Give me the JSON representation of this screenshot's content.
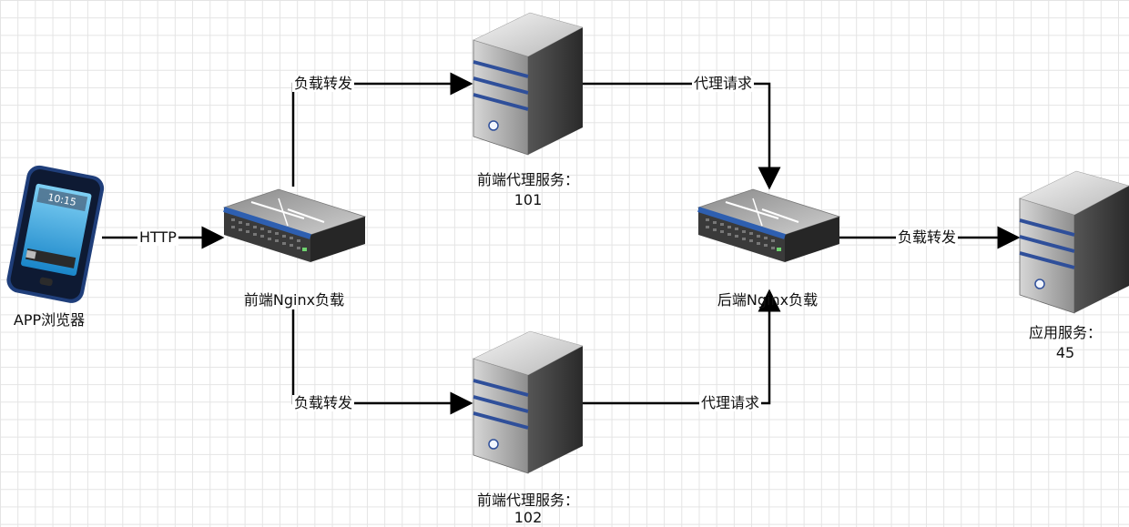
{
  "nodes": {
    "app": {
      "label": "APP浏览器",
      "screen_time": "10:15"
    },
    "front_nginx": {
      "label": "前端Nginx负载"
    },
    "proxy_101": {
      "label_line1": "前端代理服务：",
      "label_line2": "101"
    },
    "proxy_102": {
      "label_line1": "前端代理服务：",
      "label_line2": "102"
    },
    "back_nginx": {
      "label": "后端Nginx负载"
    },
    "app_service": {
      "label_line1": "应用服务：",
      "label_line2": "45"
    }
  },
  "edges": {
    "http": "HTTP",
    "lb_top": "负载转发",
    "lb_bottom": "负载转发",
    "proxy_top": "代理请求",
    "proxy_bottom": "代理请求",
    "lb_out": "负载转发"
  },
  "colors": {
    "server_stripe": "#2f4f9a",
    "switch_stripe": "#2e5fb0",
    "phone_frame": "#1f3e7a",
    "phone_screen": "#39a7de",
    "arrow": "#000000"
  }
}
